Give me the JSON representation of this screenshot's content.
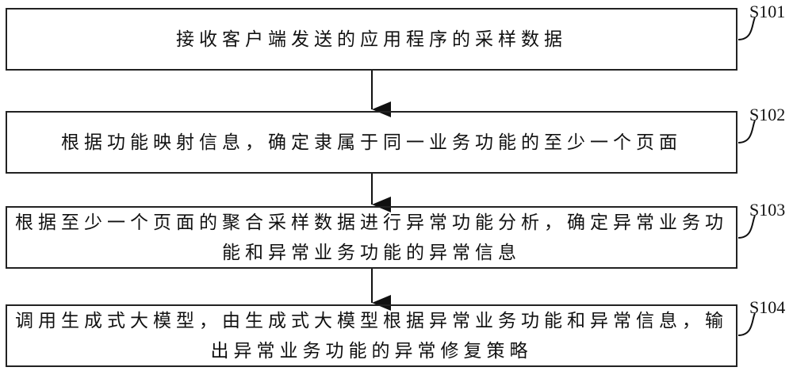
{
  "steps": [
    {
      "label": "S101",
      "lines": [
        "接收客户端发送的应用程序的采样数据"
      ]
    },
    {
      "label": "S102",
      "lines": [
        "根据功能映射信息，确定隶属于同一业务功能的至少一个页面"
      ]
    },
    {
      "label": "S103",
      "lines": [
        "根据至少一个页面的聚合采样数据进行异常功能分析，确定异常业务功",
        "能和异常业务功能的异常信息"
      ]
    },
    {
      "label": "S104",
      "lines": [
        "调用生成式大模型，由生成式大模型根据异常业务功能和异常信息，输",
        "出异常业务功能的异常修复策略"
      ]
    }
  ]
}
